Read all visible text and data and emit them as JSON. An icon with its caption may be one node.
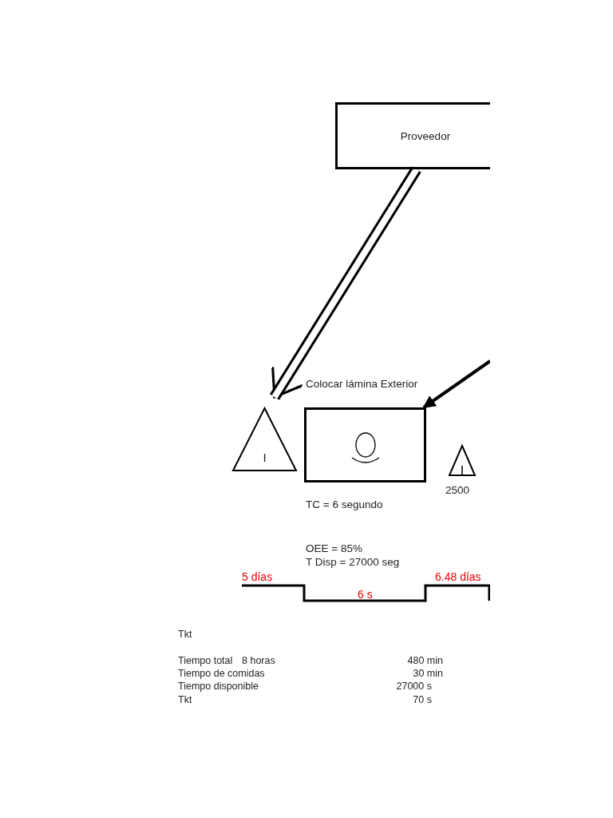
{
  "diagram": {
    "nodes": [
      {
        "text": [
          "Proveedor"
        ]
      },
      {
        "text": [
          "Colocar lámina Exterior"
        ],
        "beside": [
          "TC = 6 segundo",
          "OEE = 85%",
          "T Disp = 27000 seg"
        ]
      },
      {
        "text": [
          "I"
        ]
      },
      {
        "text": [],
        "shape": "triangle",
        "beside": [
          "2500"
        ]
      }
    ],
    "edges": [
      {
        "from": 0,
        "to": 2,
        "arrow": "to",
        "style": "thick"
      },
      {
        "from": null,
        "to": 1,
        "arrow": "to"
      }
    ],
    "labels": [
      "5 días",
      "6.48 días",
      "6 s",
      "Tkt",
      "Tiempo total",
      "8 horas",
      "480 min",
      "Tiempo de comidas",
      "30 min",
      "Tiempo disponible",
      "27000 s",
      "Tkt",
      "70 s"
    ]
  }
}
